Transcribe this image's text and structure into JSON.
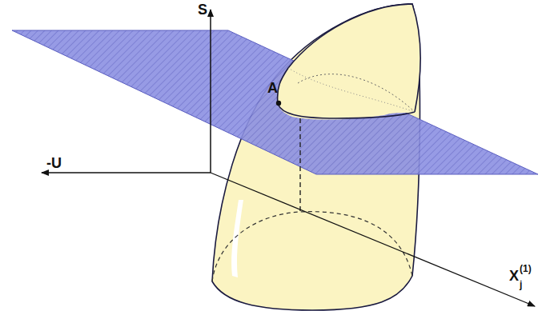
{
  "diagram": {
    "labels": [
      "S",
      "-U",
      "A",
      "X",
      "j",
      "(1)"
    ]
  }
}
